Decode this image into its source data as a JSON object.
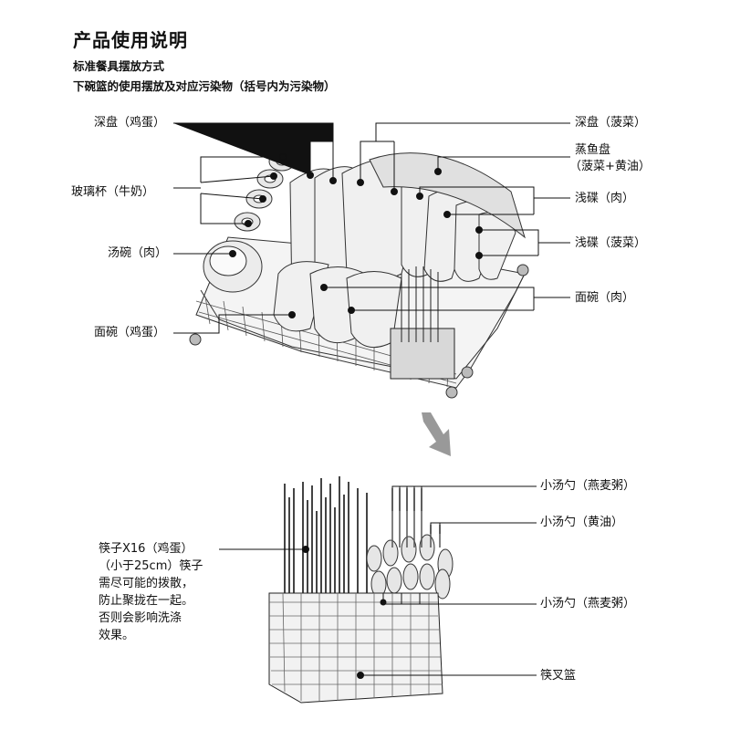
{
  "header": {
    "title": "产品使用说明",
    "subtitle": "标准餐具摆放方式",
    "section": "下碗篮的使用摆放及对应污染物（括号内为污染物）"
  },
  "lower_rack": {
    "labels": {
      "deep_plate_egg": "深盘（鸡蛋）",
      "glass_cup_milk": "玻璃杯（牛奶）",
      "soup_bowl_meat": "汤碗（肉）",
      "noodle_bowl_egg": "面碗（鸡蛋）",
      "deep_plate_spinach": "深盘（菠菜）",
      "fish_plate": "蒸鱼盘",
      "fish_plate_dirt": "（菠菜+黄油）",
      "shallow_dish_meat": "浅碟（肉）",
      "shallow_dish_spinach": "浅碟（菠菜）",
      "noodle_bowl_meat": "面碗（肉）"
    }
  },
  "cutlery_basket": {
    "spoon_oatmeal_1": "小汤勺（燕麦粥）",
    "spoon_butter": "小汤勺（黄油）",
    "spoon_oatmeal_2": "小汤勺（燕麦粥）",
    "basket_label": "筷叉篮",
    "chopsticks_note": [
      "筷子X16（鸡蛋）",
      "（小于25cm）筷子",
      "需尽可能的拨散，",
      "防止聚拢在一起。",
      "否则会影响洗涤",
      "效果。"
    ]
  }
}
